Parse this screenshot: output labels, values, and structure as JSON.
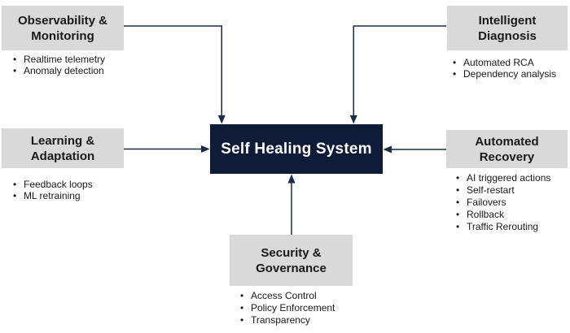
{
  "diagram": {
    "center": {
      "label": "Self Healing System"
    },
    "nodes": [
      {
        "id": "observability-monitoring",
        "title": "Observability & Monitoring",
        "bullets": [
          "Realtime telemetry",
          "Anomaly detection"
        ]
      },
      {
        "id": "intelligent-diagnosis",
        "title": "Intelligent Diagnosis",
        "bullets": [
          "Automated RCA",
          "Dependency analysis"
        ]
      },
      {
        "id": "learning-adaptation",
        "title": "Learning & Adaptation",
        "bullets": [
          "Feedback loops",
          "ML retraining"
        ]
      },
      {
        "id": "automated-recovery",
        "title": "Automated Recovery",
        "bullets": [
          "AI triggered actions",
          "Self-restart",
          "Failovers",
          "Rollback",
          "Traffic Rerouting"
        ]
      },
      {
        "id": "security-governance",
        "title": "Security & Governance",
        "bullets": [
          "Access Control",
          "Policy Enforcement",
          "Transparency"
        ]
      }
    ],
    "colors": {
      "node_bg": "#d9d9d9",
      "center_bg": "#0e1c38",
      "center_text": "#ffffff",
      "line": "#1e2b45",
      "text": "#1a1a1a"
    }
  }
}
